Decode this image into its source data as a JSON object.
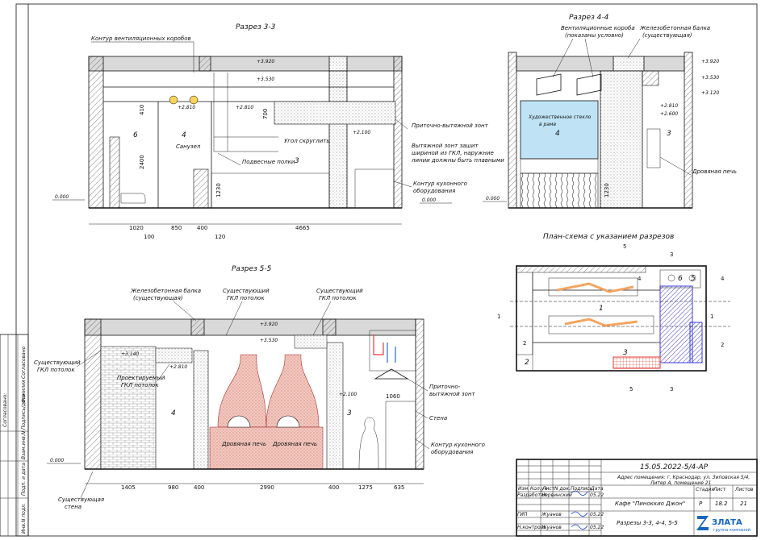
{
  "sections": {
    "s33": "Разрез 3-3",
    "s44": "Разрез 4-4",
    "s55": "Разрез 5-5",
    "plan": "План-схема с указанием разрезов"
  },
  "labels": {
    "vent_contour": "Контур вентиляционных коробов",
    "supply_exhaust_zone": "Приточно-вытяжной зонт",
    "exhaust_zone_1": "Вытяжной зонт зашит",
    "exhaust_zone_2": "шириной из ГКЛ, наружние",
    "exhaust_zone_3": "линии должны быть плавными",
    "corner_round": "Угол скруглить",
    "hanging_shelves": "Подвесные полки",
    "kitchen_contour_1": "Контур кухонного",
    "kitchen_contour_2": "оборудования",
    "bathroom": "Санузел",
    "vent_boxes_1": "Вентиляционные короба",
    "vent_boxes_2": "(показаны условно)",
    "rc_beam_1": "Железобетонная балка",
    "rc_beam_2": "(существующая)",
    "art_glass_1": "Художественное стекло",
    "art_glass_2": "в раме",
    "wood_oven": "Дровяная печь",
    "existing_gkl_1": "Существующий",
    "existing_gkl_2": "ГКЛ потолок",
    "designed_gkl_1": "Проектируемый",
    "designed_gkl_2": "ГКЛ потолок",
    "supply_exhaust_2a": "Приточно-",
    "supply_exhaust_2b": "вытяжной зонт",
    "wall": "Стена",
    "existing_wall_1": "Существующая",
    "existing_wall_2": "стена"
  },
  "levels": {
    "zero": "0.000",
    "l3920": "+3.920",
    "l3530": "+3.530",
    "l3120": "+3.120",
    "l2810": "+2.810",
    "l2600": "+2.600",
    "l2100": "+2.100",
    "l3140": "+3.140"
  },
  "dims": {
    "s33_bottom": [
      "1020",
      "850",
      "400",
      "4665"
    ],
    "s33_sub": [
      "100",
      "120"
    ],
    "s33_vert": [
      "410",
      "2400",
      "1230",
      "700"
    ],
    "s44_vert": "1230",
    "s55_bottom": [
      "1405",
      "980",
      "400",
      "2990",
      "400",
      "1275",
      "635"
    ],
    "s55_hood": "1060"
  },
  "room_numbers": [
    "6",
    "4",
    "3",
    "4",
    "3",
    "4",
    "3",
    "1",
    "2",
    "3",
    "6",
    "5"
  ],
  "plan_marks": [
    "5",
    "5",
    "4",
    "4",
    "1",
    "1",
    "2",
    "2",
    "3",
    "3"
  ],
  "side_stamp": [
    "Согласовано:",
    "Взам.инв.N",
    "Подп. и дата",
    "Инв.N подл."
  ],
  "side_stamp_cols": [
    "Согласовано",
    "Фамилия",
    "Подпись/дата"
  ],
  "title_block": {
    "code": "15.05.2022-5/4-АР",
    "address_1": "Адрес помещения: г. Краснодар, ул. Зиповская 5/4,",
    "address_2": "Литер А, помещение 21",
    "object": "Кафе \"Пиноккио Джон\"",
    "sheet_title": "Разрезы 3-3, 4-4, 5-5",
    "cols": [
      "Изм.",
      "Кол.уч",
      "Лист",
      "N док.",
      "Подпись",
      "Дата"
    ],
    "stage_hdr": [
      "Стадия",
      "Лист",
      "Листов"
    ],
    "stage": "Р",
    "sheet": "18.2",
    "sheets": "21",
    "roles": [
      "Разработал",
      "ГИП",
      "Н.контроль"
    ],
    "names": [
      "Червинский",
      "Жуанов",
      "Жуанов"
    ],
    "dates": [
      "05.22",
      "05.22",
      "05.22"
    ],
    "company": "ЗЛАТА",
    "company_sub": "группа компаний"
  },
  "colors": {
    "glass": "#bfe3f5",
    "oven": "#f2c9c0",
    "plan_blue": "#3b3bd6",
    "plan_red": "#e53935",
    "plan_orange": "#f4a460",
    "logo": "#1565c0"
  }
}
